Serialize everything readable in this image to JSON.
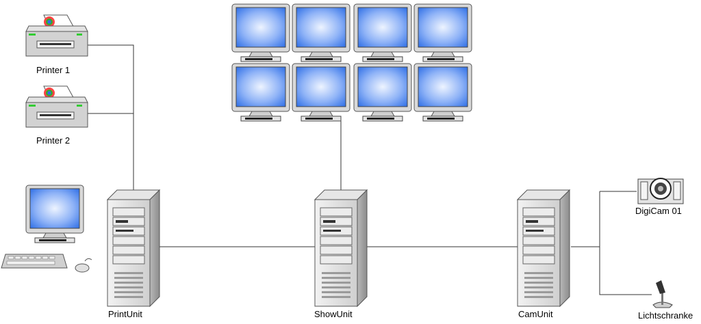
{
  "nodes": {
    "printer1": {
      "label": "Printer 1",
      "icon": "printer-icon"
    },
    "printer2": {
      "label": "Printer 2",
      "icon": "printer-icon"
    },
    "workstation": {
      "icon": "desktop-computer-icon"
    },
    "print_unit": {
      "label": "PrintUnit",
      "icon": "server-tower-icon"
    },
    "show_unit": {
      "label": "ShowUnit",
      "icon": "server-tower-icon"
    },
    "cam_unit": {
      "label": "CamUnit",
      "icon": "server-tower-icon"
    },
    "digicam": {
      "label": "DigiCam 01",
      "icon": "camera-icon"
    },
    "lichtschranke": {
      "label": "Lichtschranke",
      "icon": "sensor-icon"
    },
    "video_wall": {
      "monitor_count": 8,
      "icon": "monitor-icon"
    }
  },
  "edges": [
    [
      "printer1",
      "print_unit"
    ],
    [
      "printer2",
      "print_unit"
    ],
    [
      "print_unit",
      "show_unit"
    ],
    [
      "show_unit",
      "cam_unit"
    ],
    [
      "video_wall",
      "show_unit"
    ],
    [
      "cam_unit",
      "digicam"
    ],
    [
      "cam_unit",
      "lichtschranke"
    ]
  ],
  "colors": {
    "line": "#333333",
    "body": "#d4d4d4",
    "screen_edge": "#2f6fe6",
    "screen_center": "#e8f0ff"
  }
}
